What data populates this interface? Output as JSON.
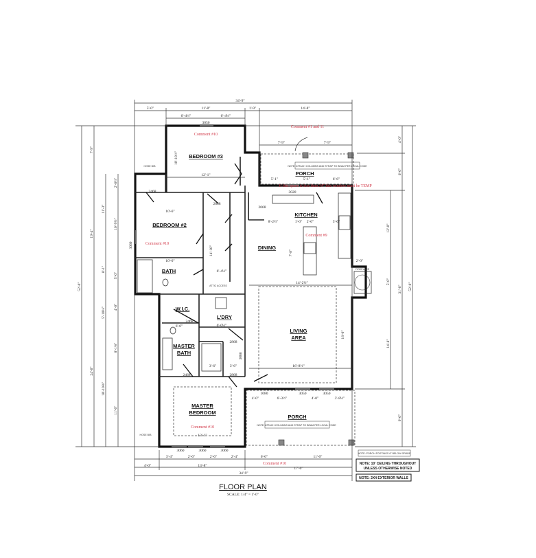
{
  "title": "FLOOR PLAN",
  "scale": "SCALE: 1/4\" = 1'-0\"",
  "rooms": {
    "bedroom3": "BEDROOM #3",
    "bedroom2": "BEDROOM #2",
    "bath": "BATH",
    "wic": "W.I.C.",
    "laundry": "L'DRY",
    "master_bath_1": "MASTER",
    "master_bath_2": "BATH",
    "master_bedroom_1": "MASTER",
    "master_bedroom_2": "BEDROOM",
    "dining": "DINING",
    "kitchen": "KITCHEN",
    "living_1": "LIVING",
    "living_2": "AREA",
    "porch_front": "PORCH",
    "porch_rear": "PORCH"
  },
  "comments": {
    "c1": "Comment #1 and 11",
    "c2": "Comment #10",
    "c3": "If this space is less than 24\" this window must be TEMP",
    "c4": "Comment #10",
    "c5": "Comment #9",
    "c6": "Comment #10",
    "c7": "Comment #10"
  },
  "notes": {
    "ceiling_1": "NOTE: 10' CEILING THROUGHOUT",
    "ceiling_2": "UNLESS OTHERWISE NOTED",
    "walls": "NOTE: 2X4 EXTERIOR WALLS"
  },
  "openings": {
    "w_bed3": "3050",
    "w_kitchen": "3020",
    "d_bed2": "2468",
    "d_closet": "2868",
    "w_bed2": "3060",
    "d_pantry": "2068",
    "d_wic": "2468",
    "d_ldry": "2868",
    "d_mbath": "2468",
    "d_mbed": "2868",
    "w_mb1": "3060",
    "w_mb2": "3060",
    "w_mb3": "3060",
    "d_front": "3068",
    "w_liv1": "3050",
    "w_liv2": "3050",
    "d_rear": "1080"
  },
  "dims": {
    "top_total": "34'-9\"",
    "top": [
      "5'-0\"",
      "11'-8\"",
      "1'-9\"",
      "14'-8\""
    ],
    "top_sub": [
      "6'-4½\"",
      "6'-4½\""
    ],
    "porch_top": [
      "7'-9\"",
      "7'-9\""
    ],
    "porch_bot": [
      "5'-1\"",
      "5'-1\"",
      "6'-6\""
    ],
    "bed3_w": "12'-1\"",
    "bed3_h": "10'-10½\"",
    "bed2_w": "10'-6\"",
    "bath_w": "10'-6\"",
    "hall": "14'-10\"",
    "hall_w": "6'-4½\"",
    "kitchen_a": "8'-2½\"",
    "kitchen_b": "1'-0\"",
    "kitchen_c": "2'-0\"",
    "kitchen_d": "5'-6\"",
    "island": "7'-8\"",
    "dining_w": "14'-2½\"",
    "living_w": "16'-8½\"",
    "living_h": "18'-0\"",
    "ldry_w": "6'-0½\"",
    "wic_w": "6'-0\"",
    "mbed_w": "13'-1\"",
    "shower": "3'-6\"",
    "hall2": "3'-6\"",
    "left_total": "52'-0\"",
    "left_a": [
      "7'-9\"",
      "19'-4\"",
      "24'-0\""
    ],
    "left_b": [
      "11'-3\"",
      "8'-1\"",
      "5'-10⅜\"",
      "18'-10⅝\""
    ],
    "left_c": [
      "2'-8½\"",
      "10'-9½\"",
      "5'-0\"",
      "4'-0\"",
      "8'-1⅝\"",
      "11'-0\""
    ],
    "right_total": "52'-0\"",
    "right_a": [
      "4'-0\"",
      "6'-0\"",
      "31'-8\"",
      "9'-0\""
    ],
    "right_b": [
      "12'-0\"",
      "5'-0\"",
      "14'-8\""
    ],
    "fireplace_off": "2'-0\"",
    "rear_porch": [
      "4'-0\"",
      "6'-3½\"",
      "4'-0\"",
      "3'-8½\""
    ],
    "bottom_a": [
      "3'-4\"",
      "2'-6\"",
      "2'-6\"",
      "2'-4\"",
      "6'-0\"",
      "11'-0\""
    ],
    "bottom_b": [
      "4'-0\"",
      "13'-8\"",
      "17'-0\""
    ],
    "bottom_total": "34'-9\""
  },
  "small": {
    "fireplace": "FIREPLACE",
    "hose_bib": "HOSE BIB",
    "porch_note": "NOTE: ATTACH COLUMNS AND STRAP TO BEAM PER LOCAL CODE",
    "porch_note2": "NOTE: PORCH FOOTINGS 6\" BELOW GRADE",
    "attic": "ATTIC ACCESS"
  }
}
